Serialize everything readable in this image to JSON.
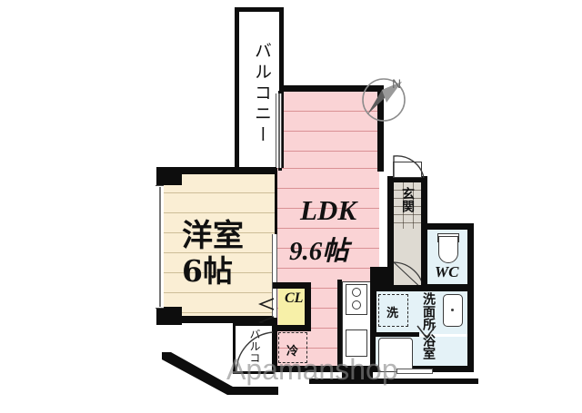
{
  "document": {
    "type": "floor-plan",
    "watermark": "Apamanshop"
  },
  "compass": {
    "north_label": "N"
  },
  "rooms": [
    {
      "id": "balcony-main",
      "label": "バルコニー",
      "label_en": "Balcony",
      "fill": "#ffffff"
    },
    {
      "id": "balcony-small",
      "label": "バルコ",
      "label_en": "Balcony (small)",
      "fill": "#ffffff"
    },
    {
      "id": "bedroom",
      "label": "洋室",
      "size": "6帖",
      "label_en": "Western-style room 6 tatami",
      "fill": "#faeed4"
    },
    {
      "id": "ldk",
      "label": "LDK",
      "size": "9.6帖",
      "label_en": "Living Dining Kitchen 9.6 tatami",
      "fill": "#fad3d5"
    },
    {
      "id": "entrance",
      "label": "玄関",
      "label_en": "Entrance",
      "fill": "#dedad2"
    },
    {
      "id": "toilet",
      "label": "WC",
      "label_en": "Toilet",
      "fill": "#e4f2f7"
    },
    {
      "id": "washroom",
      "label": "洗面所",
      "label_en": "Washroom",
      "fill": "#e4f2f7"
    },
    {
      "id": "bathroom",
      "label": "浴室",
      "label_en": "Bathroom",
      "fill": "#e4f2f7"
    },
    {
      "id": "closet",
      "label": "CL",
      "label_en": "Closet",
      "fill": "#f7f0a8"
    }
  ],
  "fixtures": [
    {
      "id": "washer",
      "label": "洗",
      "label_en": "Washing machine space",
      "style": "dashed"
    },
    {
      "id": "refrigerator",
      "label": "冷",
      "label_en": "Refrigerator space",
      "style": "dashed"
    },
    {
      "id": "stove",
      "label": "",
      "label_en": "Two-burner stove",
      "style": "solid"
    },
    {
      "id": "sink",
      "label": "",
      "label_en": "Kitchen sink",
      "style": "solid"
    },
    {
      "id": "toilet-bowl",
      "label": "",
      "label_en": "Toilet bowl",
      "style": "solid"
    },
    {
      "id": "vanity",
      "label": "",
      "label_en": "Vanity mirror",
      "style": "solid"
    },
    {
      "id": "bathtub",
      "label": "",
      "label_en": "Bathtub",
      "style": "solid"
    }
  ],
  "colors": {
    "wall": "#0d0d0d",
    "ldk_fill": "#fad3d5",
    "bedroom_fill": "#faeed4",
    "water_fill": "#e4f2f7",
    "closet_fill": "#f7f0a8",
    "entrance_fill": "#dedad2",
    "watermark": "#8a8a8a"
  }
}
